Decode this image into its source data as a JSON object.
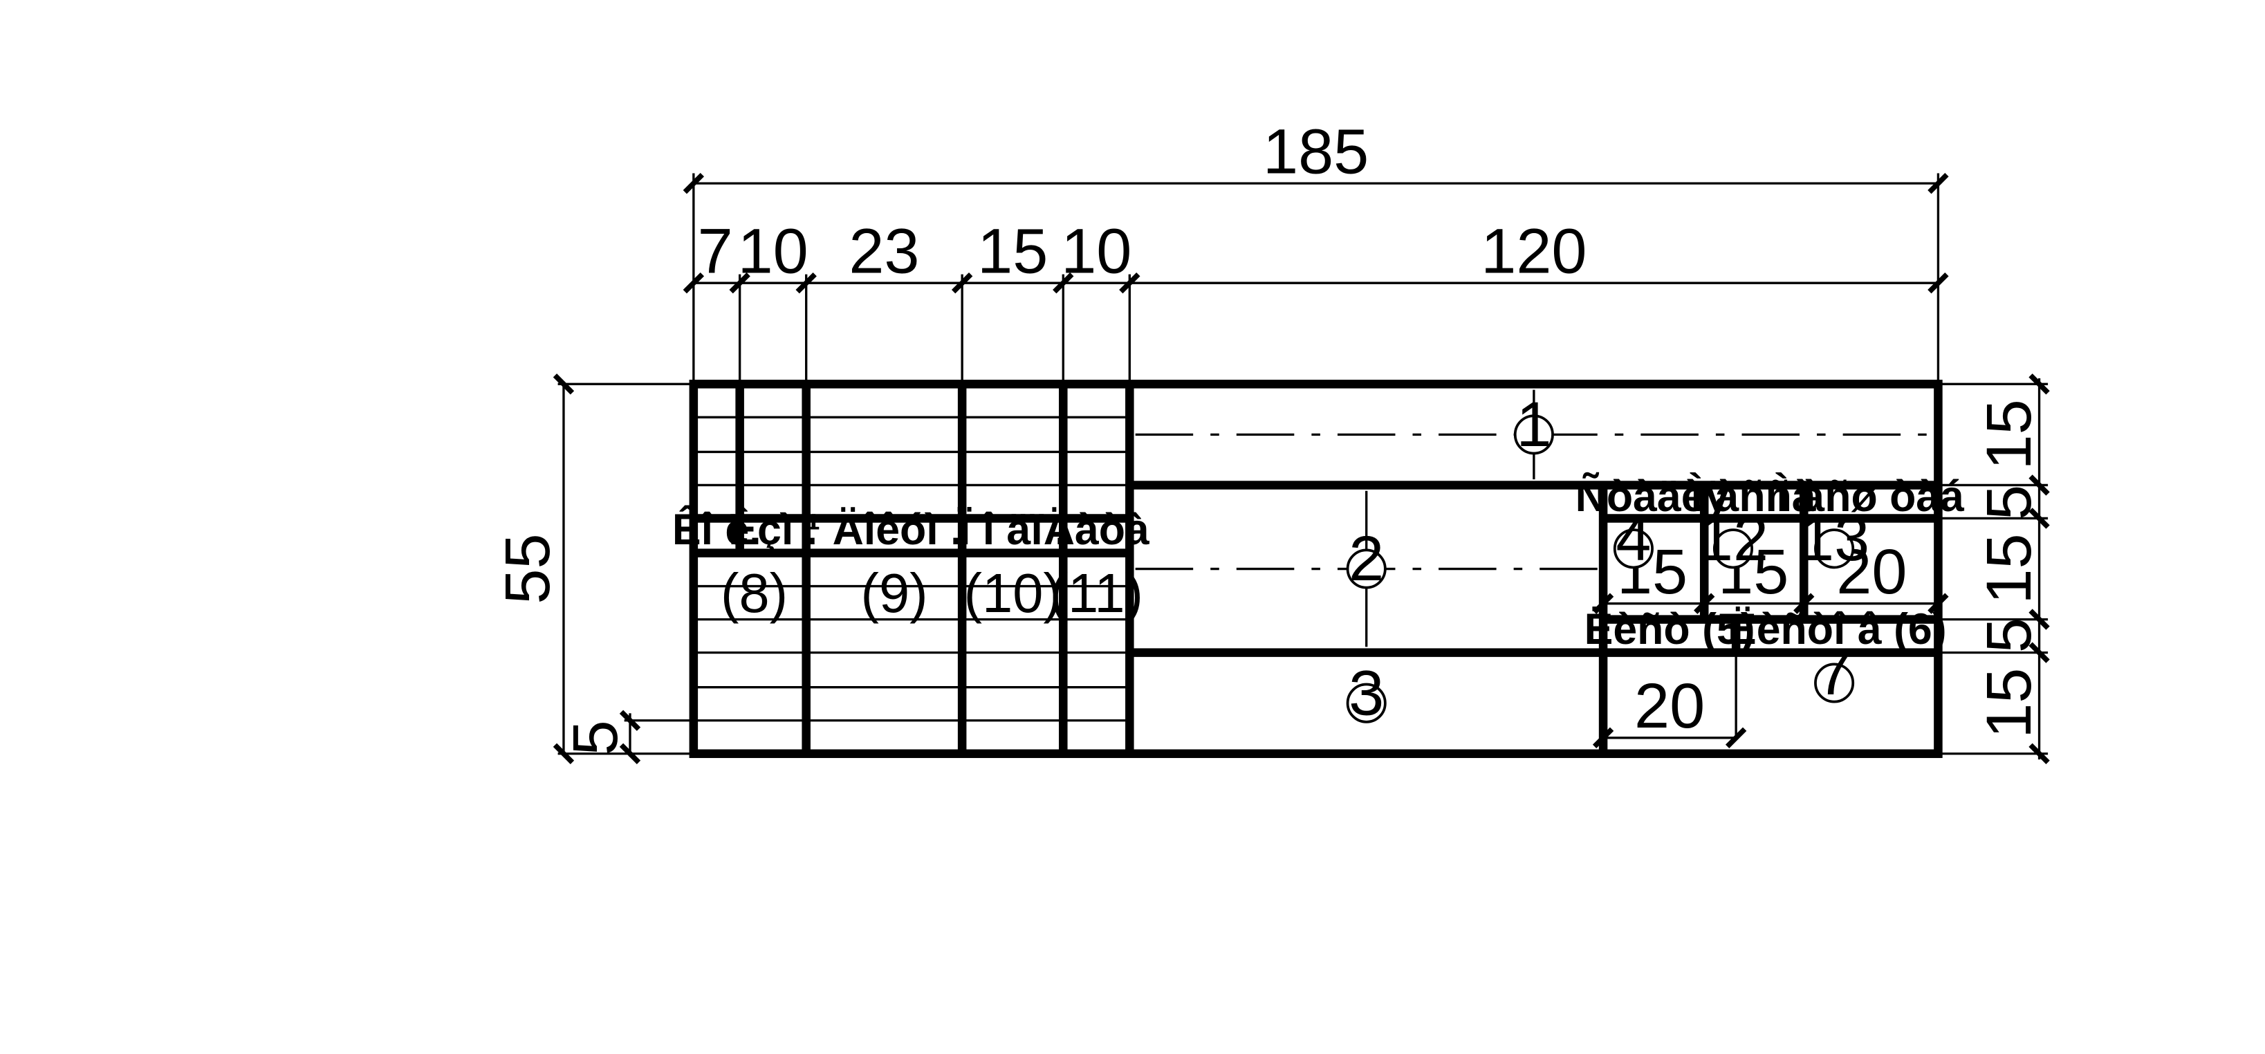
{
  "dimensions": {
    "overall_width": "185",
    "columns": [
      "7",
      "10",
      "23",
      "15",
      "10",
      "120"
    ],
    "overall_height": "55",
    "bottom_row": "5",
    "right_rows": [
      "15",
      "5",
      "15",
      "5",
      "15"
    ],
    "inner": [
      "15",
      "15",
      "20",
      "20"
    ]
  },
  "header_labels": {
    "c1": "Êî ë.",
    "c2": "Èçì .",
    "c3": "¹  Äîêóì .",
    "c4": "Ï î äï .",
    "c5": "Äàòà"
  },
  "column_numbers": [
    "(8)",
    "(9)",
    "(10)",
    "(11)"
  ],
  "stamp_labels": {
    "stage": "Ñòàäèÿ",
    "mass": "Ì àññà",
    "scale": "Ì àñø òàá",
    "sheet": "Ëèñò (5)",
    "sheets": "Ëèñòî â (6)"
  },
  "zones": [
    "1",
    "2",
    "3",
    "4",
    "12",
    "13",
    "7"
  ]
}
